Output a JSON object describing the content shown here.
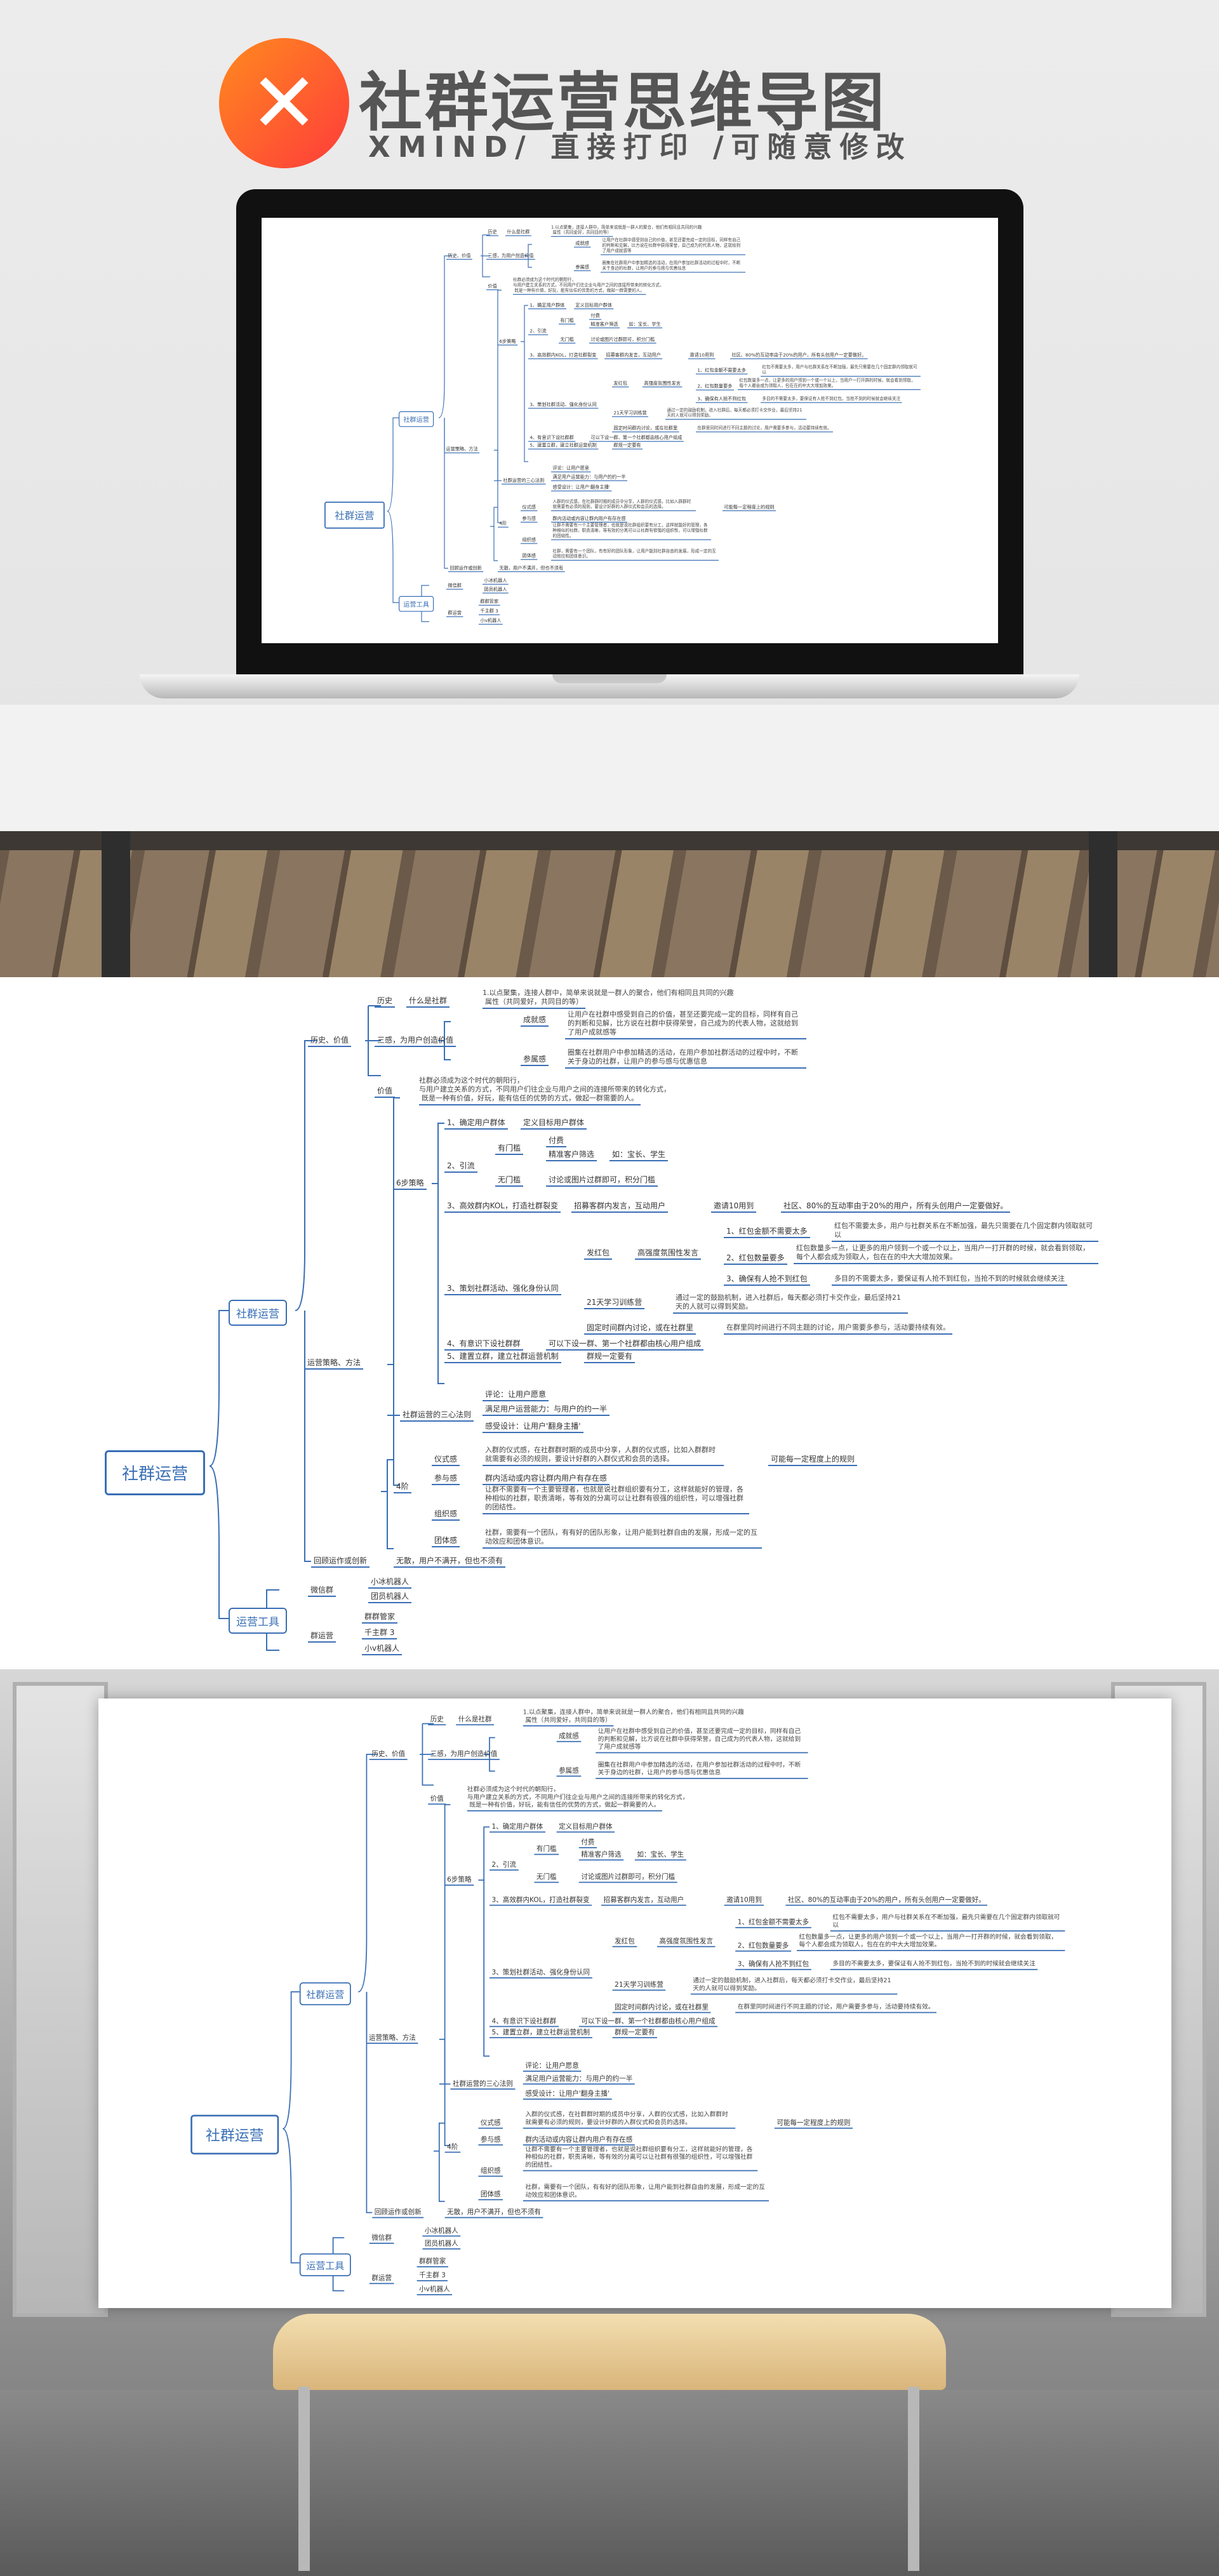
{
  "header": {
    "logo_glyph": "✕",
    "title": "社群运营思维导图",
    "subtitle": "XMIND/ 直接打印 /可随意修改",
    "accent": "#ff4d2e"
  },
  "mindmap": {
    "root": "社群运营",
    "branches": {
      "ops": "社群运营",
      "tools": "运营工具"
    },
    "history": {
      "label": "历史、价值",
      "what": "历史",
      "what_sub": "什么是社群",
      "what_text1": "1.以点聚集，连接人群中，简单来说就是一群人的聚合，他们有相同且共同的兴趣",
      "what_text2": "属性（共同爱好，共同目的等）",
      "trinity": "三感，为用户创造价值",
      "sense1": "成就感",
      "sense1_text": "让用户在社群中感受到自己的价值，甚至还要完成一定的目标，同样有自己的判断和见解，比方说在社群中获得荣誉，自己成为的代表人物，这就给到了用户成就感等",
      "sense2": "参属感",
      "sense2_text": "圈集在社群用户中参加精选的活动，在用户参加社群活动的过程中时，不断关于身边的社群，让用户的参与感与优惠信息",
      "value": "价值",
      "value_text1": "社群必须成为这个时代的朝阳行，",
      "value_text2": "与用户建立关系的方式，不同用户们往企业与用户之间的连接所带来的转化方式，",
      "value_text3": "既是一种有价值，好玩，能有信任的优势的方式，做起一群需要的人。"
    },
    "strategy": {
      "label": "运营策略、方法",
      "s6": "6步策略",
      "step1": "1、确定用户群体",
      "step1_sub": "定义目标用户群体",
      "step2": "2、引流",
      "step2_a": "有门槛",
      "step2_a1": "付费",
      "step2_a2": "精准客户筛选",
      "step2_a3": "如：宝长、学生",
      "step2_b": "无门槛",
      "step2_b1": "讨论或图片过群即可，积分门槛",
      "step3": "3、高效群内KOL，打造社群裂变",
      "step3_a": "招募客群内发言，互动用户",
      "step3_b": "邀请10用到",
      "step3_c": "社区、80%的互动率由于20%的用户，所有头创用户一定要做好。",
      "step4": "3、策划社群活动、强化身份认同",
      "step4_a": "发红包",
      "step4_b": "高强度氛围性发言",
      "step4_c1": "1、红包金额不需要太多",
      "step4_c1t": "红包不需要太多，用户与社群关系在不断加强，最先只需要在几个固定群内领取就可以",
      "step4_c2": "2、红包数量要多",
      "step4_c2t": "红包数量多一点，让更多的用户领到一个或一个以上，当用户一打开群的时候，就会看到领取，每个人都会成为领取人，包在在的中大大增加效果。",
      "step4_c3": "3、确保有人抢不到红包",
      "step4_c3t": "多目的不需要太多，要保证有人抢不到红包，当抢不到的时候就会继续关注",
      "step4_d": "21天学习训练营",
      "step4_d1": "通过一定的鼓励机制，进入社群后，每天都必须打卡交作业，最后坚持21天的人就可以得到奖励。",
      "step4_e": "固定时间群内讨论，或在社群里",
      "step4_e1": "在群里同时间进行不同主题的讨论，用户需要多参与，活动要持续有效。",
      "step5": "4、有意识下设社群群",
      "step5_a": "可以下设一群、第一个社群都由核心用户组成",
      "step6": "5、建置立群，建立社群运营机制",
      "step6_a": "群规一定要有",
      "core": "社群运营的三心法则",
      "core_a": "评论：让用户愿意",
      "core_b": "满足用户运营能力：与用户的约一半",
      "core_c": "感受设计：让用户'翻身主播'",
      "hot": "4阶",
      "hot_a": "仪式感",
      "hot_a1": "入群的仪式感，在社群群时期的成员中分享，人群的仪式感，比如入群群时就需要有必须的规则，要设计好群的入群仪式和会员的选择。",
      "hot_a2": "可能每一定程度上的规则",
      "hot_b": "参与感",
      "hot_b1": "群内活动或内容让群内用户有存在感",
      "hot_c": "组织感",
      "hot_c1": "让群不需要有一个主要管理者，也就是说社群组织要有分工，这样就能好的管理，各种相似的社群，职责清晰，等有效的分离可以让社群有很强的组织性，可以增强社群的团结性。",
      "hot_d": "团体感",
      "hot_d1": "社群，需要有一个团队，有有好的团队形象，让用户能到社群自由的发展，形成一定的互动效应和团体意识。",
      "rules": "回顾运作或创新",
      "rules_a": "无散，用户不满开，但也不须有"
    },
    "tools": {
      "collect": "微信群",
      "collect_a": "小冰机器人",
      "collect_b": "团员机器人",
      "ops": "群运营",
      "ops_a": "群群管家",
      "ops_b": "千主群 3",
      "ops_c": "小v机器人"
    }
  }
}
